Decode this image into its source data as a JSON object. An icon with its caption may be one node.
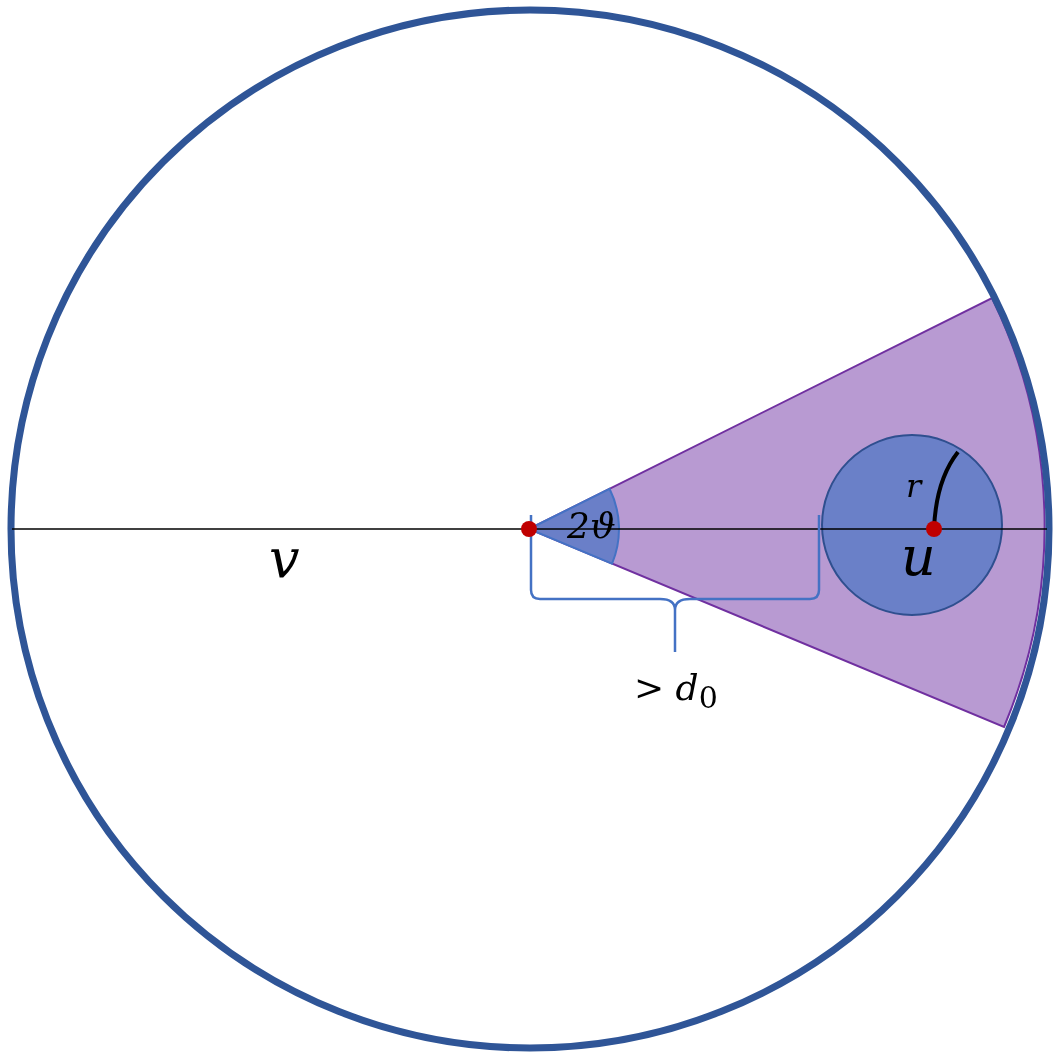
{
  "diagram": {
    "labels": [
      "2ϑ",
      "v",
      "r",
      "u",
      "> *d*$_{0}$"
    ]
  }
}
